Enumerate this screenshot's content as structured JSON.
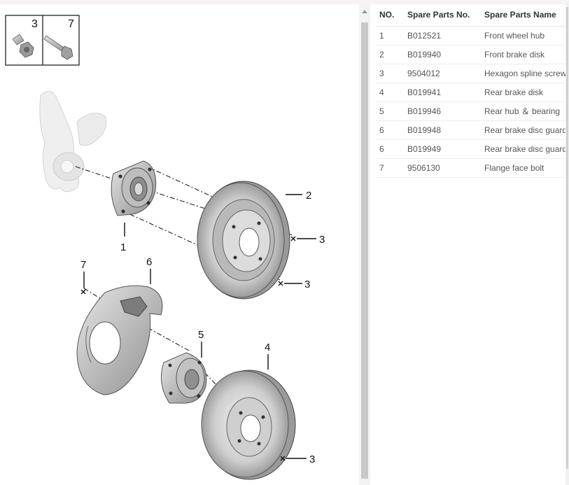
{
  "legend": {
    "items": [
      {
        "number": "3",
        "icon": "hexagon-spline-screw-icon"
      },
      {
        "number": "7",
        "icon": "flange-bolt-icon"
      }
    ]
  },
  "diagram": {
    "callouts": [
      "1",
      "2",
      "3",
      "3",
      "3",
      "4",
      "5",
      "6",
      "7"
    ]
  },
  "table": {
    "headers": {
      "no": "NO.",
      "part_no": "Spare Parts No.",
      "name": "Spare Parts Name"
    },
    "rows": [
      {
        "no": "1",
        "part_no": "B012521",
        "name": "Front wheel hub"
      },
      {
        "no": "2",
        "part_no": "B019940",
        "name": "Front brake disk"
      },
      {
        "no": "3",
        "part_no": "9504012",
        "name": "Hexagon spline screw"
      },
      {
        "no": "4",
        "part_no": "B019941",
        "name": "Rear brake disk"
      },
      {
        "no": "5",
        "part_no": "B019946",
        "name": "Rear hub ＆ bearing"
      },
      {
        "no": "6",
        "part_no": "B019948",
        "name": "Rear brake disc guard"
      },
      {
        "no": "6",
        "part_no": "B019949",
        "name": "Rear brake disc guard"
      },
      {
        "no": "7",
        "part_no": "9506130",
        "name": "Flange face bolt"
      }
    ]
  }
}
